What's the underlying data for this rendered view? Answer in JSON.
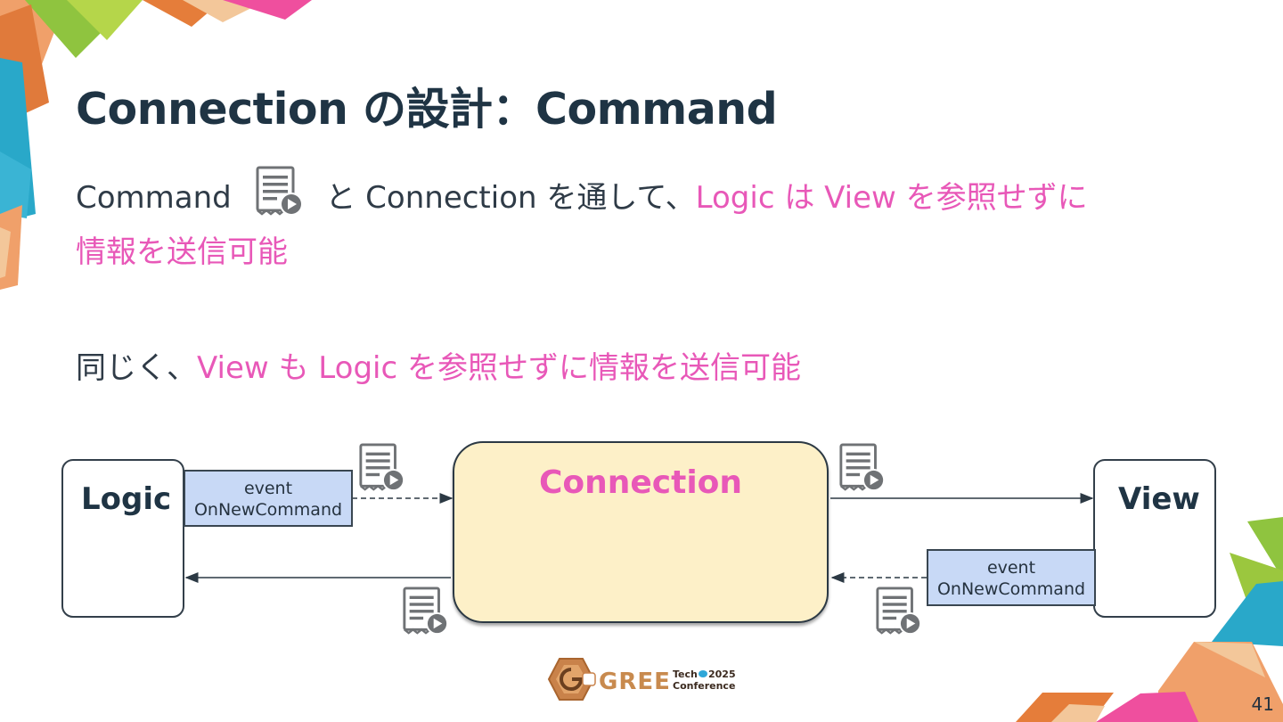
{
  "slide": {
    "title": "Connection の設計：Command",
    "line1_a": "Command",
    "line1_b": "と Connection を通して、",
    "line1_c": "Logic は View を参照せずに",
    "line2": "情報を送信可能",
    "line3_a": "同じく、",
    "line3_b": "View も Logic を参照せずに情報を送信可能",
    "page_number": "41"
  },
  "diagram": {
    "logic_label": "Logic",
    "view_label": "View",
    "connection_label": "Connection",
    "event_left": {
      "line1": "event",
      "line2": "OnNewCommand"
    },
    "event_right": {
      "line1": "event",
      "line2": "OnNewCommand"
    }
  },
  "footer": {
    "logo_text": "GREE",
    "logo_tech": "Tech",
    "logo_year": "2025",
    "logo_conference": "Conference"
  },
  "colors": {
    "accent_pink": "#e858b8",
    "title_navy": "#1f3444",
    "connection_fill": "#fdf0c8",
    "event_fill": "#c8d9f6"
  },
  "icons": [
    "command-icon",
    "play-icon"
  ]
}
